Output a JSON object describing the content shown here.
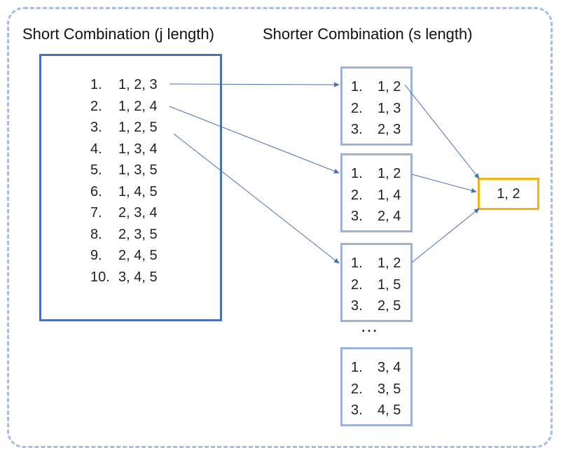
{
  "headings": {
    "left": "Short Combination (j length)",
    "right": "Shorter Combination (s length)"
  },
  "long_list": [
    {
      "num": "1.",
      "value": "1, 2, 3"
    },
    {
      "num": "2.",
      "value": "1, 2, 4"
    },
    {
      "num": "3.",
      "value": "1, 2, 5"
    },
    {
      "num": "4.",
      "value": "1, 3, 4"
    },
    {
      "num": "5.",
      "value": "1, 3, 5"
    },
    {
      "num": "6.",
      "value": "1, 4, 5"
    },
    {
      "num": "7.",
      "value": "2, 3, 4"
    },
    {
      "num": "8.",
      "value": "2, 3, 5"
    },
    {
      "num": "9.",
      "value": "2, 4, 5"
    },
    {
      "num": "10.",
      "value": "3, 4, 5"
    }
  ],
  "short_boxes": [
    [
      {
        "num": "1.",
        "value": "1, 2"
      },
      {
        "num": "2.",
        "value": "1, 3"
      },
      {
        "num": "3.",
        "value": "2, 3"
      }
    ],
    [
      {
        "num": "1.",
        "value": "1, 2"
      },
      {
        "num": "2.",
        "value": "1, 4"
      },
      {
        "num": "3.",
        "value": "2, 4"
      }
    ],
    [
      {
        "num": "1.",
        "value": "1, 2"
      },
      {
        "num": "2.",
        "value": "1, 5"
      },
      {
        "num": "3.",
        "value": "2, 5"
      }
    ],
    [
      {
        "num": "1.",
        "value": "3, 4"
      },
      {
        "num": "2.",
        "value": "3, 5"
      },
      {
        "num": "3.",
        "value": "4, 5"
      }
    ]
  ],
  "ellipsis": "…",
  "result": "1, 2",
  "colors": {
    "big_box_border": "#4a72b2",
    "small_box_border": "#9db2da",
    "result_border": "#f3b513",
    "outer_dashed_border": "#a7bedf",
    "arrow": "#4a72b2"
  }
}
